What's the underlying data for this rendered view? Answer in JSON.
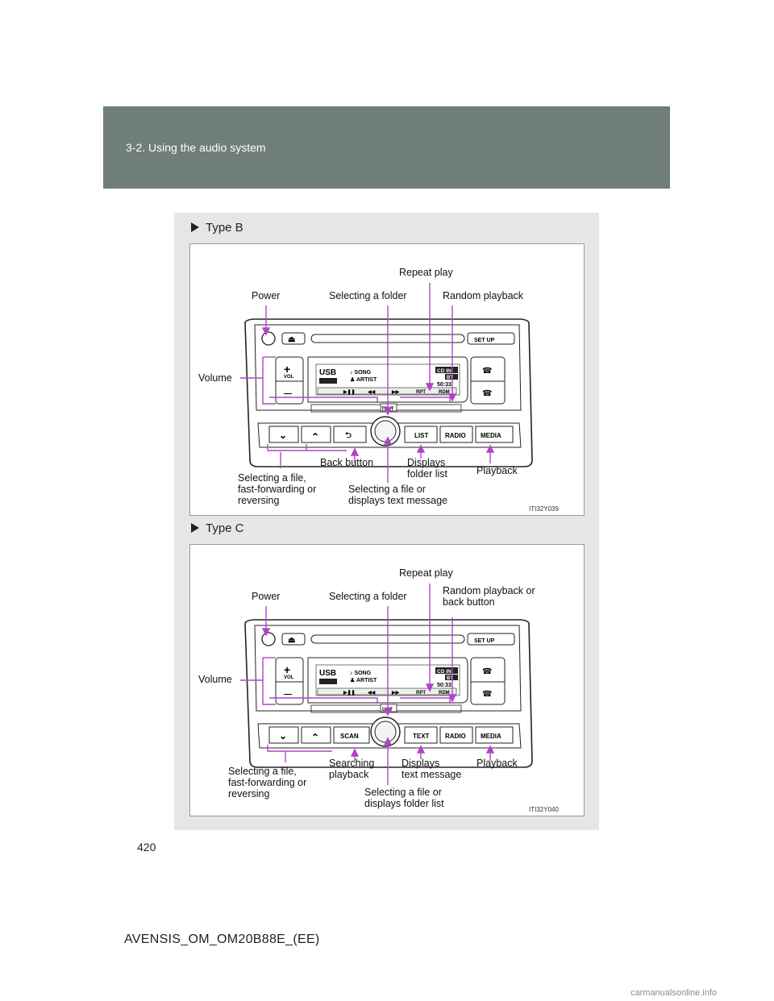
{
  "header": {
    "section": "3-2. Using the audio system"
  },
  "page": {
    "number": "420",
    "footer_code": "AVENSIS_OM_OM20B88E_(EE)",
    "watermark": "carmanualsonline.info"
  },
  "unit": {
    "eject": "⏏",
    "setup": "SET UP",
    "vol": "VOL",
    "vol_plus": "+",
    "vol_minus": "—",
    "display_source": "USB",
    "display_song": "♪ SONG",
    "display_artist": "♟ ARTIST",
    "display_badge_cd": "CD IN",
    "display_badge_bt": "BT",
    "display_time": "50:33",
    "seg_play": "▶❚❚",
    "seg_rev": "◀◀",
    "seg_fwd": "▶▶",
    "seg_rpt": "RPT",
    "seg_rdm": "RDM",
    "phone_pickup": "☎",
    "phone_hangup": "☎",
    "btn_down": "⌄",
    "btn_up": "⌃",
    "btn_radio": "RADIO",
    "btn_media": "MEDIA"
  },
  "typeB": {
    "heading": "Type B",
    "code": "ITI32Y039",
    "text_key": "TEXT",
    "back_key": "⮌",
    "list_key": "LIST",
    "labels": {
      "repeat": "Repeat play",
      "power": "Power",
      "folder": "Selecting a folder",
      "random": "Random playback",
      "volume": "Volume",
      "back": "Back button",
      "displays_folder": "Displays\nfolder list",
      "playback": "Playback",
      "file_ff": "Selecting a file,\nfast-forwarding or\nreversing",
      "file_text": "Selecting a file or\ndisplays text message"
    }
  },
  "typeC": {
    "heading": "Type C",
    "code": "ITI32Y040",
    "list_key": "LIST",
    "scan_key": "SCAN",
    "text_key": "TEXT",
    "labels": {
      "repeat": "Repeat play",
      "power": "Power",
      "folder": "Selecting a folder",
      "random": "Random playback or\nback button",
      "volume": "Volume",
      "searching": "Searching\nplayback",
      "displays_text": "Displays\ntext message",
      "playback": "Playback",
      "file_ff": "Selecting a file,\nfast-forwarding or\nreversing",
      "file_folder": "Selecting a file or\ndisplays folder list"
    }
  },
  "colors": {
    "header_bg": "#6f7d7b",
    "callout": "#b044c8",
    "panel_bg": "#e6e6e6"
  }
}
